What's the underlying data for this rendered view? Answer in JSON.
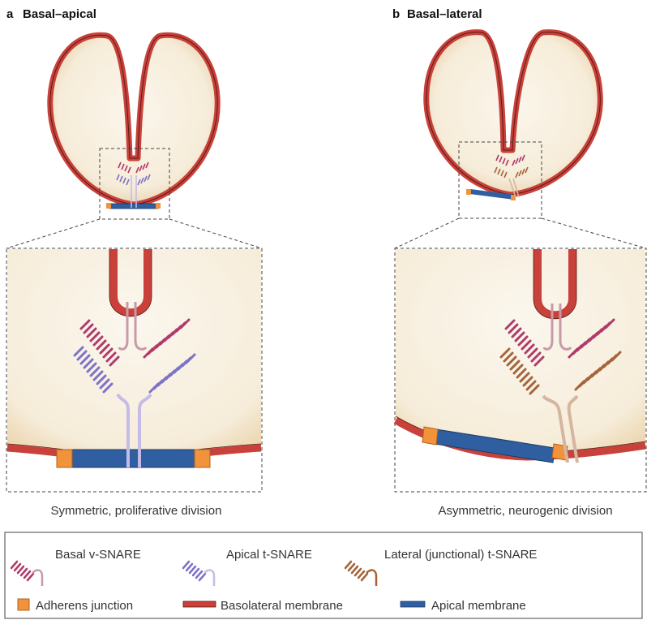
{
  "panels": [
    {
      "letter": "a",
      "title": "Basal–apical",
      "caption": "Symmetric, proliferative division"
    },
    {
      "letter": "b",
      "title": "Basal–lateral",
      "caption": "Asymmetric, neurogenic division"
    }
  ],
  "legend": {
    "basal_v_snare": "Basal v-SNARE",
    "apical_t_snare": "Apical t-SNARE",
    "lateral_t_snare": "Lateral (junctional) t-SNARE",
    "adherens_junction": "Adherens junction",
    "basolateral_membrane": "Basolateral membrane",
    "apical_membrane": "Apical membrane"
  },
  "colors": {
    "cytoplasm": "#f7efdf",
    "membrane_red": "#c8413a",
    "apical_blue": "#2f5fa0",
    "junction_orange": "#f0933a",
    "basal_v_snare": "#b03a6a",
    "apical_t_snare": "#7d72c6",
    "lateral_t_snare": "#a4643a"
  }
}
